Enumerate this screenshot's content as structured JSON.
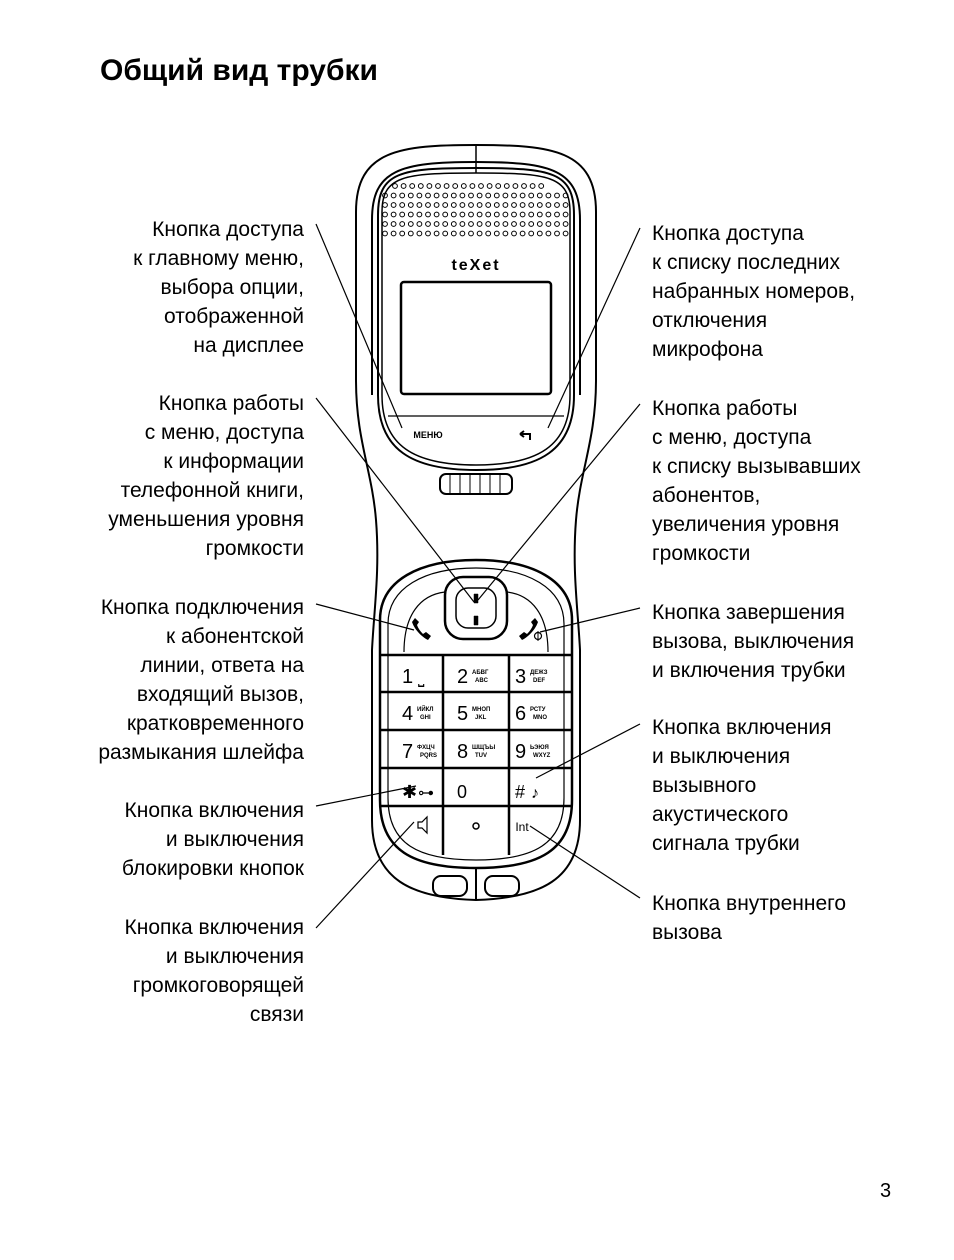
{
  "title": "Общий вид трубки",
  "page_number": "3",
  "phone": {
    "brand": "teXet",
    "menu_key": "МЕНЮ",
    "keys": [
      {
        "digit": "1",
        "letters_ru": "",
        "letters_en": "",
        "glyph": "⎵"
      },
      {
        "digit": "2",
        "letters_ru": "АБВГ",
        "letters_en": "ABC",
        "glyph": ""
      },
      {
        "digit": "3",
        "letters_ru": "ДЕЖЗ",
        "letters_en": "DEF",
        "glyph": ""
      },
      {
        "digit": "4",
        "letters_ru": "ИЙКЛ",
        "letters_en": "GHI",
        "glyph": ""
      },
      {
        "digit": "5",
        "letters_ru": "МНОП",
        "letters_en": "JKL",
        "glyph": ""
      },
      {
        "digit": "6",
        "letters_ru": "РСТУ",
        "letters_en": "MNO",
        "glyph": ""
      },
      {
        "digit": "7",
        "letters_ru": "ФХЦЧ",
        "letters_en": "PQRS",
        "glyph": ""
      },
      {
        "digit": "8",
        "letters_ru": "ШЩЪЫ",
        "letters_en": "TUV",
        "glyph": ""
      },
      {
        "digit": "9",
        "letters_ru": "ЬЭЮЯ",
        "letters_en": "WXYZ",
        "glyph": ""
      },
      {
        "digit": "✱",
        "letters_ru": "",
        "letters_en": "",
        "glyph": "⊶"
      },
      {
        "digit": "0",
        "letters_ru": "",
        "letters_en": "",
        "glyph": ""
      },
      {
        "digit": "#",
        "letters_ru": "",
        "letters_en": "",
        "glyph": "♪"
      }
    ],
    "int_key": "Int"
  },
  "labels_left": [
    {
      "lines": [
        "Кнопка доступа",
        "к главному меню,",
        "выбора опции,",
        "отображенной",
        "на дисплее"
      ]
    },
    {
      "lines": [
        "Кнопка работы",
        "с меню, доступа",
        "к информации",
        "телефонной книги,",
        "уменьшения уровня",
        "громкости"
      ]
    },
    {
      "lines": [
        "Кнопка подключения",
        "к абонентской",
        "линии, ответа на",
        "входящий вызов,",
        "кратковременного",
        "размыкания шлейфа"
      ]
    },
    {
      "lines": [
        "Кнопка включения",
        "и выключения",
        "блокировки кнопок"
      ]
    },
    {
      "lines": [
        "Кнопка включения",
        "и выключения",
        "громкоговорящей",
        "связи"
      ]
    }
  ],
  "labels_right": [
    {
      "lines": [
        "Кнопка доступа",
        "к списку последних",
        "набранных номеров,",
        "отключения",
        "микрофона"
      ]
    },
    {
      "lines": [
        "Кнопка работы",
        "с меню, доступа",
        "к списку вызывавших",
        "абонентов,",
        "увеличения уровня",
        "громкости"
      ]
    },
    {
      "lines": [
        "Кнопка завершения",
        "вызова, выключения",
        "и включения трубки"
      ]
    },
    {
      "lines": [
        "Кнопка включения",
        "и выключения",
        "вызывного",
        "акустического",
        "сигнала трубки"
      ]
    },
    {
      "lines": [
        "Кнопка внутреннего",
        "вызова"
      ]
    }
  ]
}
